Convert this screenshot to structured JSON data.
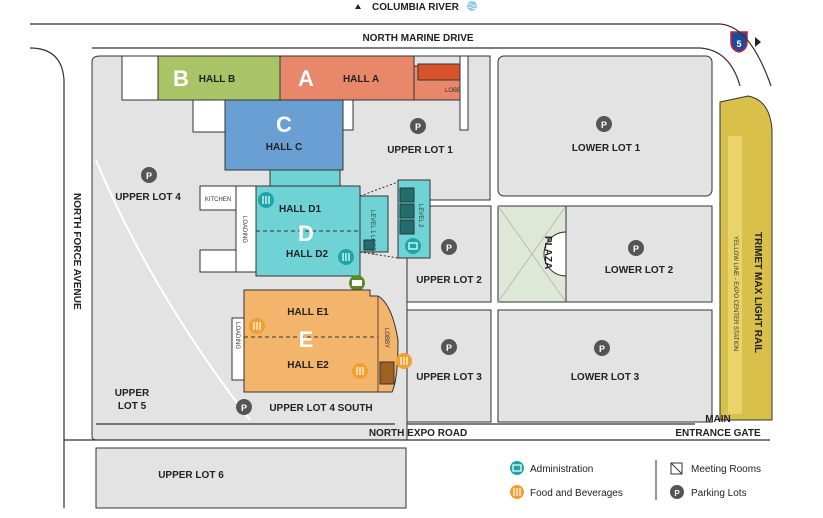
{
  "top": {
    "river": "COLUMBIA RIVER",
    "interstate": "5"
  },
  "roads": {
    "north_marine_drive": "NORTH MARINE DRIVE",
    "north_force_avenue": "NORTH FORCE AVENUE",
    "north_expo_road": "NORTH EXPO ROAD",
    "main_gate_line1": "MAIN",
    "main_gate_line2": "ENTRANCE GATE"
  },
  "halls": {
    "a": {
      "letter": "A",
      "label": "HALL A"
    },
    "b": {
      "letter": "B",
      "label": "HALL B"
    },
    "c": {
      "letter": "C",
      "label": "HALL C"
    },
    "d": {
      "letter": "D",
      "label_d1": "HALL D1",
      "label_d2": "HALL D2"
    },
    "e": {
      "letter": "E",
      "label_e1": "HALL E1",
      "label_e2": "HALL E2"
    }
  },
  "small_labels": {
    "kitchen": "KITCHEN",
    "loading": "LOADING",
    "lobby": "LOBBY",
    "level1_lobby": "LEVEL 1 LOBBY",
    "level2": "LEVEL 2"
  },
  "lots": {
    "upper_lot_1": "UPPER LOT 1",
    "upper_lot_2": "UPPER LOT 2",
    "upper_lot_3": "UPPER LOT 3",
    "upper_lot_4": "UPPER LOT 4",
    "upper_lot_4_south": "UPPER LOT 4 SOUTH",
    "upper_lot_5_line1": "UPPER",
    "upper_lot_5_line2": "LOT 5",
    "upper_lot_6": "UPPER LOT 6",
    "lower_lot_1": "LOWER LOT 1",
    "lower_lot_2": "LOWER LOT 2",
    "lower_lot_3": "LOWER LOT 3",
    "plaza": "PLAZA",
    "parking_symbol": "P"
  },
  "rail": {
    "title": "TRIMET MAX LIGHT RAIL",
    "subtitle": "YELLOW LINE - EXPO CENTER STATION"
  },
  "legend": {
    "administration": "Administration",
    "food": "Food and Beverages",
    "meeting_rooms": "Meeting Rooms",
    "parking_lots": "Parking Lots"
  },
  "colors": {
    "hall_a": "#e8876a",
    "hall_b": "#a8c466",
    "hall_c": "#6a9fd4",
    "hall_d": "#6fd3d6",
    "hall_e": "#f3b46b",
    "lot": "#e3e3e3",
    "plaza": "#dfe8d6",
    "rail": "#d9c04a",
    "admin_icon": "#1ba6a8",
    "food_icon": "#f0a030",
    "lobby_red": "#d9532a"
  }
}
